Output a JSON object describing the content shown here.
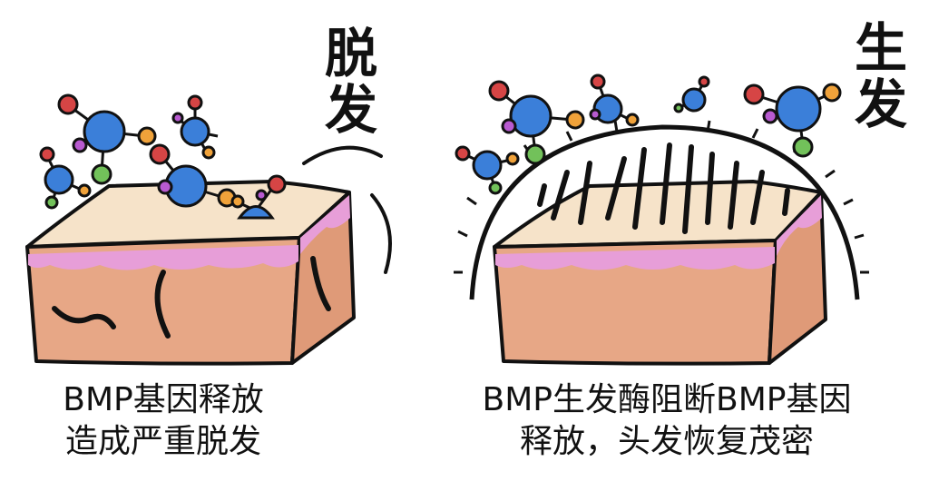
{
  "left_panel": {
    "title": "脱发",
    "caption_line1": "BMP基因释放",
    "caption_line2": "造成严重脱发"
  },
  "right_panel": {
    "title": "生发",
    "caption_line1": "BMP生发酶阻断BMP基因",
    "caption_line2": "释放，头发恢复茂密"
  },
  "colors": {
    "skin_top": "#f6e3c9",
    "skin_side": "#e7a786",
    "pink_layer": "#e79ed8",
    "molecule_blue": "#3b7fd9",
    "atom_red": "#d64545",
    "atom_orange": "#f0a23a",
    "atom_green": "#72c15a",
    "atom_purple": "#b85ad0",
    "outline": "#111111"
  }
}
